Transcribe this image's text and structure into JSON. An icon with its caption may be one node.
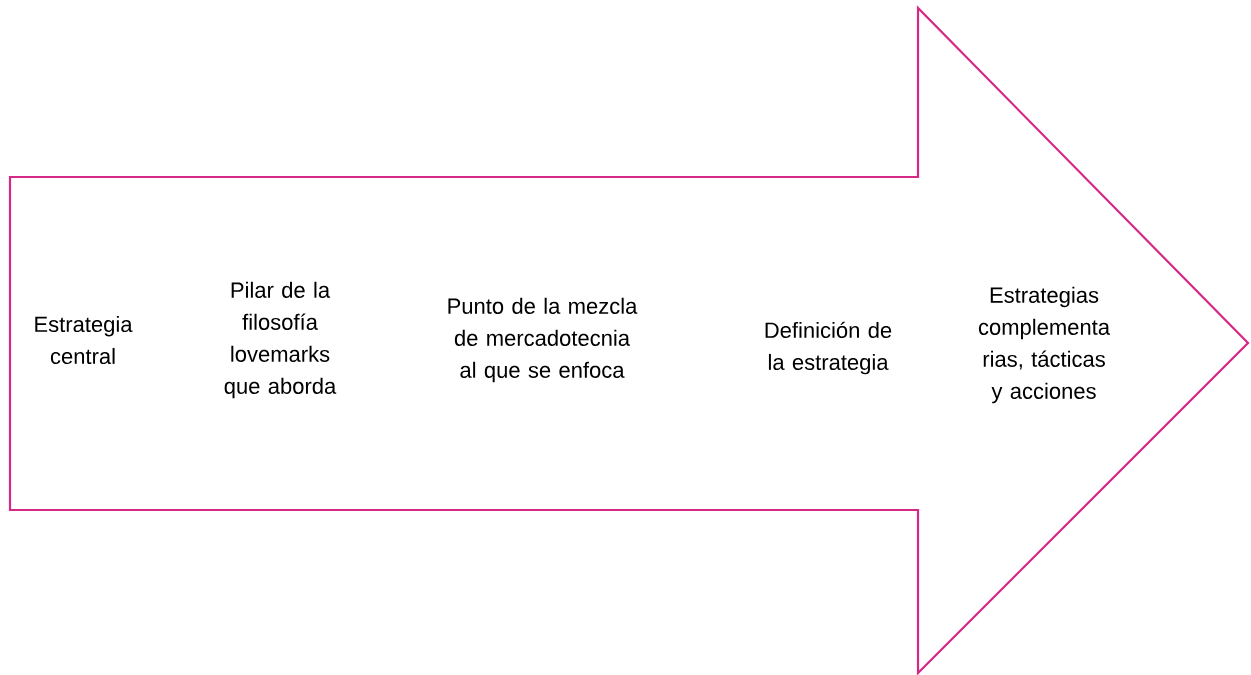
{
  "diagram": {
    "nodes": [
      {
        "text": [
          "Estrategia central",
          "Pilar de la filosofía lovemarks que aborda",
          "Punto de la mezcla de mercadotecnia al que se enfoca",
          "Definición de la estrategia",
          "Estrategias complementa rias, tácticas y acciones"
        ]
      }
    ]
  }
}
